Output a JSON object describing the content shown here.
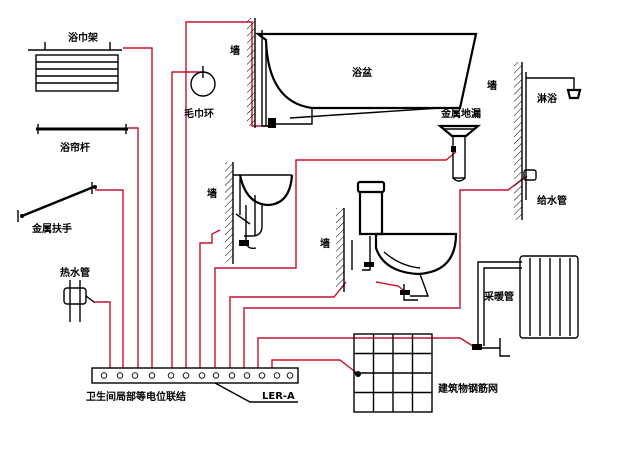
{
  "labels": {
    "towel_rack": "浴巾架",
    "curtain_rod": "浴帘杆",
    "grab_bar": "金属扶手",
    "hot_water_pipe": "热水管",
    "bath_panel_main": "卫生间局部等电位联结",
    "ler": "LER-A",
    "towel_ring": "毛巾环",
    "wall_tub": "墙",
    "bathtub": "浴盆",
    "wall_basin": "墙",
    "floor_drain": "金属地漏",
    "wall_toilet": "墙",
    "wall_shower": "墙",
    "shower": "淋浴",
    "water_supply": "给水管",
    "heating_pipe": "采暖管",
    "rebar_mesh": "建筑物钢筋网"
  },
  "colors": {
    "wire": "#c8102e",
    "line": "#000000"
  }
}
